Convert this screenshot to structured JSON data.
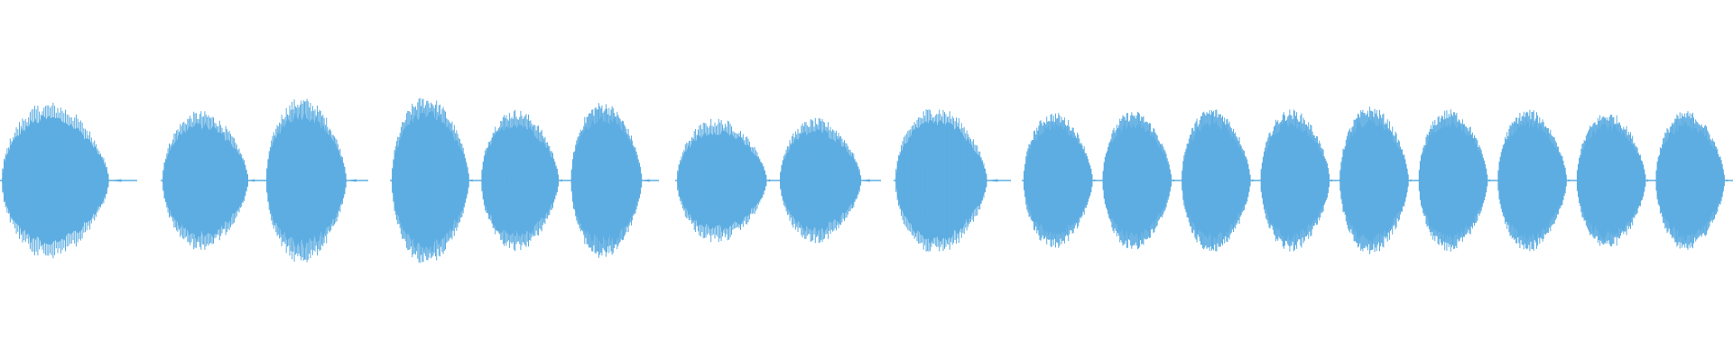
{
  "waveform": {
    "color": "#5dade2",
    "background": "#ffffff",
    "segments": [
      {
        "bursts": [
          {
            "peak": 0.53,
            "tail": 0.15
          }
        ]
      },
      {
        "bursts": [
          {
            "peak": 0.47,
            "tail": 0.1
          },
          {
            "peak": 0.56,
            "tail": 0.16
          }
        ]
      },
      {
        "bursts": [
          {
            "peak": 0.57,
            "tail": 0.06
          },
          {
            "peak": 0.48,
            "tail": 0.06
          },
          {
            "peak": 0.53,
            "tail": 0.14
          }
        ]
      },
      {
        "bursts": [
          {
            "peak": 0.42,
            "tail": 0.05
          },
          {
            "peak": 0.42,
            "tail": 0.14
          }
        ]
      },
      {
        "bursts": [
          {
            "peak": 0.5,
            "tail": 0.15
          }
        ]
      },
      {
        "bursts": [
          {
            "peak": 0.46,
            "tail": 0.05
          },
          {
            "peak": 0.47,
            "tail": 0.05
          },
          {
            "peak": 0.49,
            "tail": 0.05
          },
          {
            "peak": 0.48,
            "tail": 0.05
          },
          {
            "peak": 0.5,
            "tail": 0.05
          },
          {
            "peak": 0.48,
            "tail": 0.05
          },
          {
            "peak": 0.48,
            "tail": 0.05
          },
          {
            "peak": 0.46,
            "tail": 0.05
          },
          {
            "peak": 0.47,
            "tail": 0.05
          }
        ]
      }
    ]
  }
}
